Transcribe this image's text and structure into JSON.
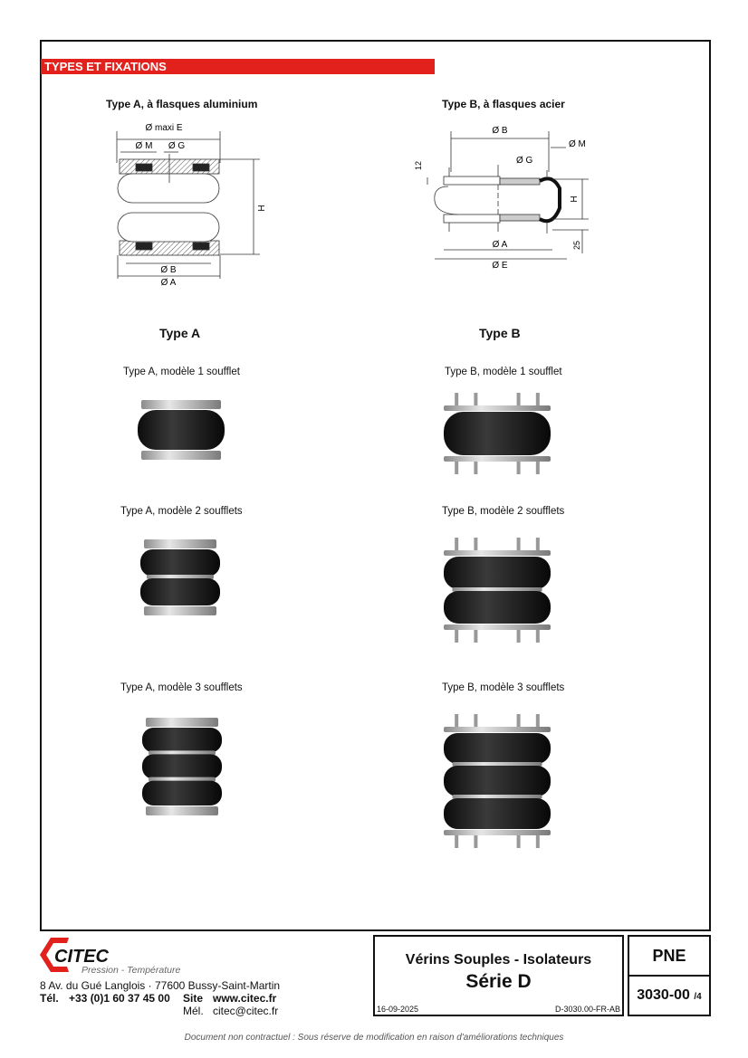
{
  "section_title": "TYPES ET FIXATIONS",
  "diagram_a": {
    "title": "Type A, à flasques aluminium",
    "labels": {
      "e": "Ø maxi E",
      "m": "Ø M",
      "g": "Ø G",
      "h": "H",
      "b": "Ø B",
      "a": "Ø A"
    }
  },
  "diagram_b": {
    "title": "Type B, à flasques acier",
    "labels": {
      "b": "Ø B",
      "m": "Ø M",
      "g": "Ø G",
      "d12": "12",
      "h": "H",
      "a": "Ø A",
      "d25": "25",
      "e": "Ø E"
    }
  },
  "type_a": {
    "heading": "Type A",
    "models": [
      "Type A, modèle 1 soufflet",
      "Type A, modèle 2 soufflets",
      "Type A, modèle 3 soufflets"
    ]
  },
  "type_b": {
    "heading": "Type B",
    "models": [
      "Type B, modèle 1 soufflet",
      "Type B, modèle 2 soufflets",
      "Type B, modèle 3 soufflets"
    ]
  },
  "footer": {
    "logo_name": "CITEC",
    "logo_tagline": "Pression - Température",
    "address": "8 Av. du Gué Langlois · 77600 Bussy-Saint-Martin",
    "tel_label": "Tél.",
    "tel": "+33 (0)1 60 37 45 00",
    "site_label": "Site",
    "site": "www.citec.fr",
    "mail_label": "Mél.",
    "mail": "citec@citec.fr",
    "title_line1": "Vérins Souples - Isolateurs",
    "title_line2": "Série D",
    "date": "16-09-2025",
    "doc_ref": "D-3030.00-FR-AB",
    "category": "PNE",
    "code": "3030-00",
    "page": "/4",
    "disclaimer": "Document non contractuel : Sous réserve de modification en raison d'améliorations techniques"
  },
  "colors": {
    "accent": "#e2211c"
  }
}
